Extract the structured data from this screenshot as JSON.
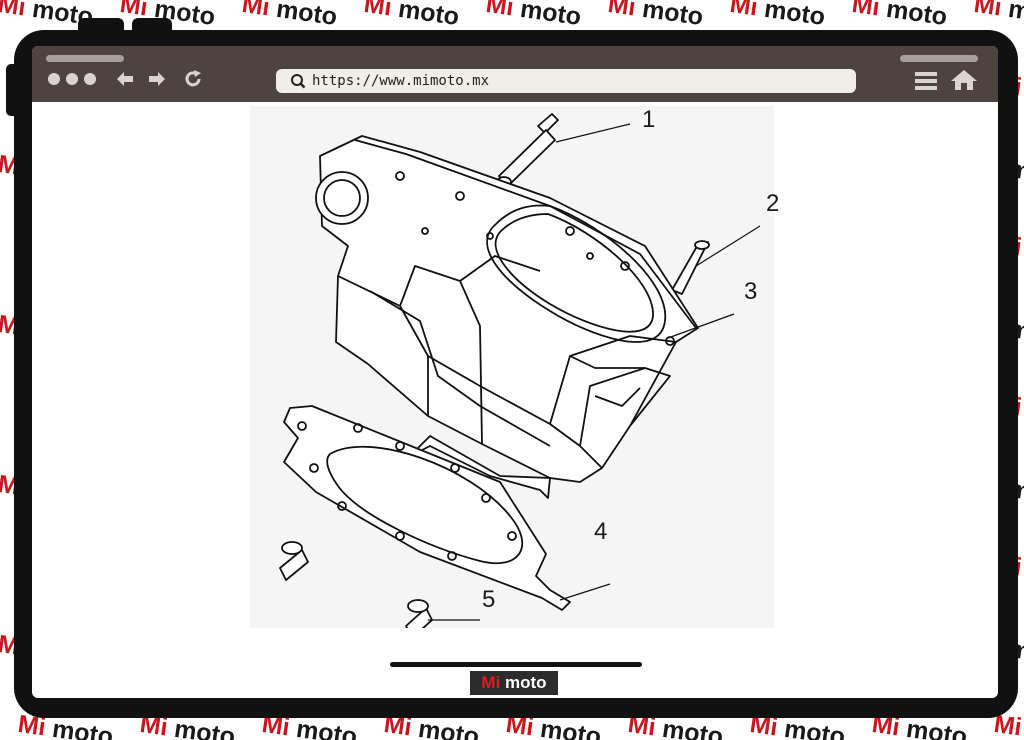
{
  "watermark": {
    "brand_red": "Mi",
    "brand_dark": "moto",
    "colors": {
      "red": "#c8171e",
      "dark": "#1a1a1a"
    }
  },
  "browser": {
    "url": "https://www.mimoto.mx",
    "icons": [
      "window-dots-icon",
      "back-arrow-icon",
      "forward-arrow-icon",
      "reload-icon",
      "search-icon",
      "menu-icon",
      "home-icon"
    ],
    "bar_color": "#4d4341"
  },
  "diagram": {
    "callouts": [
      "1",
      "2",
      "3",
      "4",
      "5"
    ]
  },
  "logo": {
    "part1": "Mi",
    "part2": " moto"
  }
}
